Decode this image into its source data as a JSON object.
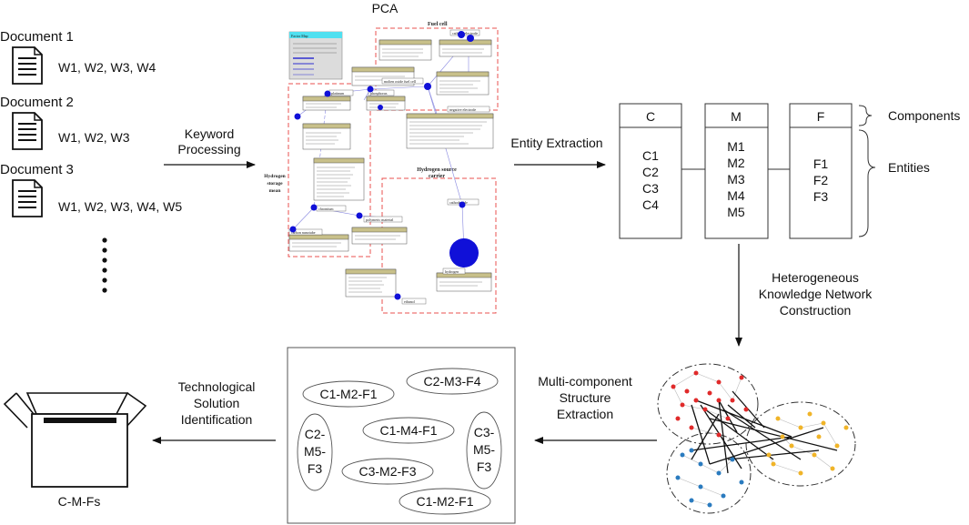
{
  "documents": [
    {
      "label": "Document 1",
      "words": "W1, W2, W3, W4"
    },
    {
      "label": "Document 2",
      "words": "W1, W2, W3"
    },
    {
      "label": "Document 3",
      "words": "W1, W2, W3, W4, W5"
    }
  ],
  "steps": {
    "keyword": [
      "Keyword",
      "Processing"
    ],
    "entity": "Entity Extraction",
    "network": [
      "Heterogeneous",
      "Knowledge Network",
      "Construction"
    ],
    "multi": [
      "Multi-component",
      "Structure",
      "Extraction"
    ],
    "solution": [
      "Technological",
      "Solution",
      "Identification"
    ]
  },
  "pca": {
    "title": "PCA",
    "regions": {
      "fuel_cell": "Fuel cell",
      "hydrogen_storage": [
        "Hydrogen",
        "storage",
        "mean"
      ],
      "hydrogen_source": [
        "Hydrogen source",
        "carrier"
      ]
    },
    "legend_title": "Factor Map",
    "nodes": [
      {
        "label": "cathode electrode"
      },
      {
        "label": "molten oxide fuel cell"
      },
      {
        "label": "platinum"
      },
      {
        "label": "phosphorus"
      },
      {
        "label": "negative electrode"
      },
      {
        "label": "chromium"
      },
      {
        "label": "carbon nanotube"
      },
      {
        "label": "polymeric material"
      },
      {
        "label": "cathode side"
      },
      {
        "label": "hydrogen"
      },
      {
        "label": "ethanol"
      }
    ]
  },
  "table": {
    "headers": [
      "C",
      "M",
      "F"
    ],
    "columns": [
      [
        "C1",
        "C2",
        "C3",
        "C4"
      ],
      [
        "M1",
        "M2",
        "M3",
        "M4",
        "M5"
      ],
      [
        "F1",
        "F2",
        "F3"
      ]
    ],
    "brace_components": "Components",
    "brace_entities": "Entities"
  },
  "structures": [
    {
      "label": "C1-M2-F1"
    },
    {
      "label": "C2-M3-F4"
    },
    {
      "label": "C1-M4-F1"
    },
    {
      "label": "C3-M2-F3"
    },
    {
      "label": "C1-M2-F1"
    },
    {
      "lines": [
        "C2-",
        "M5-",
        "F3"
      ]
    },
    {
      "lines": [
        "C3-",
        "M5-",
        "F3"
      ]
    }
  ],
  "output_label": "C-M-Fs",
  "colors": {
    "pca_dashed": "#e8504f",
    "pca_node": "#1010d8",
    "pca_header": "#c8c08a",
    "network_red": "#e02a2a",
    "network_blue": "#2a7bbf",
    "network_yellow": "#f0b428"
  }
}
